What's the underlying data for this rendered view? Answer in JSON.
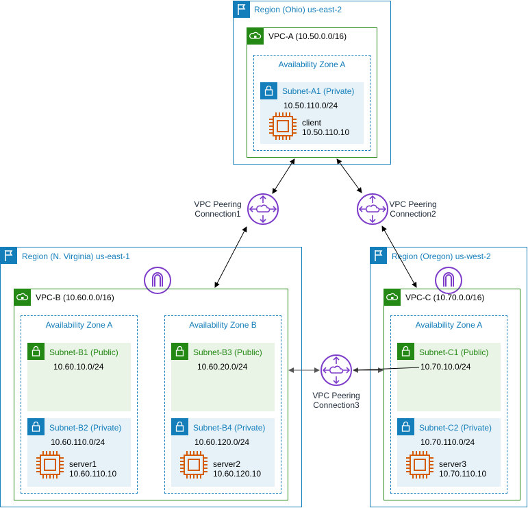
{
  "regions": {
    "ohio": "Region (Ohio) us-east-2",
    "virginia": "Region (N. Virginia) us-east-1",
    "oregon": "Region (Oregon) us-west-2"
  },
  "vpcs": {
    "a": "VPC-A  (10.50.0.0/16)",
    "b": "VPC-B  (10.60.0.0/16)",
    "c": "VPC-C  (10.70.0.0/16)"
  },
  "azs": {
    "a_ohio": "Availability Zone A",
    "b_a": "Availability Zone A",
    "b_b": "Availability Zone B",
    "c_a": "Availability Zone A"
  },
  "subnets": {
    "a1": {
      "name": "Subnet-A1 (Private)",
      "cidr": "10.50.110.0/24"
    },
    "b1": {
      "name": "Subnet-B1 (Public)",
      "cidr": "10.60.10.0/24"
    },
    "b2": {
      "name": "Subnet-B2 (Private)",
      "cidr": "10.60.110.0/24"
    },
    "b3": {
      "name": "Subnet-B3 (Public)",
      "cidr": "10.60.20.0/24"
    },
    "b4": {
      "name": "Subnet-B4 (Private)",
      "cidr": "10.60.120.0/24"
    },
    "c1": {
      "name": "Subnet-C1 (Public)",
      "cidr": "10.70.10.0/24"
    },
    "c2": {
      "name": "Subnet-C2 (Private)",
      "cidr": "10.70.110.0/24"
    }
  },
  "instances": {
    "client": {
      "name": "client",
      "ip": "10.50.110.10"
    },
    "server1": {
      "name": "server1",
      "ip": "10.60.110.10"
    },
    "server2": {
      "name": "server2",
      "ip": "10.60.120.10"
    },
    "server3": {
      "name": "server3",
      "ip": "10.70.110.10"
    }
  },
  "peering": {
    "p1": {
      "line1": "VPC Peering",
      "line2": "Connection1"
    },
    "p2": {
      "line1": "VPC Peering",
      "line2": "Connection2"
    },
    "p3": {
      "line1": "VPC Peering",
      "line2": "Connection3"
    }
  },
  "colors": {
    "region": "#147eba",
    "vpc": "#248814",
    "compute": "#d45b07",
    "peering": "#7d3cc9"
  }
}
